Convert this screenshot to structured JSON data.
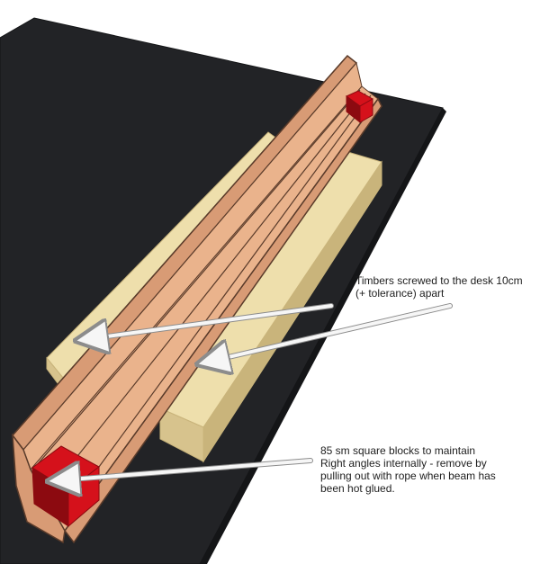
{
  "colors": {
    "desk": "#222326",
    "desk_edge": "#141517",
    "timber": "#eedfac",
    "timber_side": "#d7c38d",
    "timber_shadow": "#c9b47b",
    "beam": "#d89b75",
    "beam_inner": "#eab38c",
    "beam_edge": "#5a3b2a",
    "block": "#d5111b",
    "block_dark": "#8c0a10",
    "arrow_fill": "#f6f6f6",
    "arrow_stroke": "#8c8c8c",
    "text": "#1e1e1e"
  },
  "annotations": {
    "timbers": {
      "lines": [
        "Timbers screwed to the desk 10cm",
        "(+ tolerance) apart"
      ]
    },
    "blocks": {
      "lines": [
        "85 sm square blocks to maintain",
        "Right angles internally - remove by",
        "pulling out with rope when beam has",
        "been hot glued."
      ]
    }
  }
}
